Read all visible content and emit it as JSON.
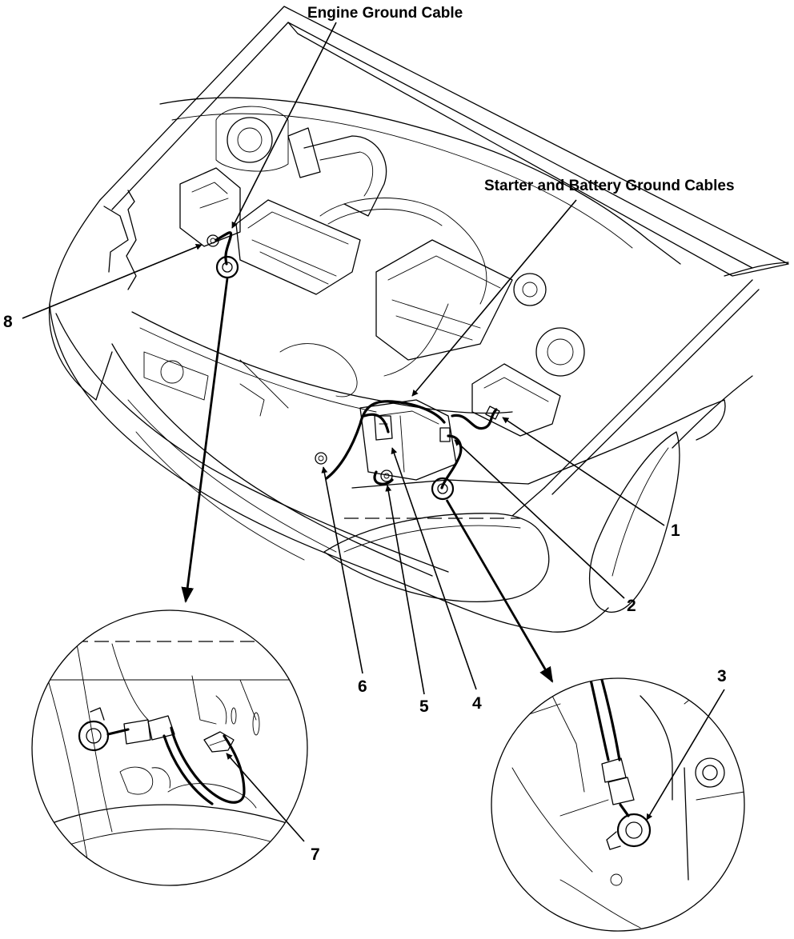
{
  "callouts": {
    "engine_ground_cable": "Engine Ground Cable",
    "starter_battery_ground_cables": "Starter and Battery Ground Cables"
  },
  "numbers": {
    "n1": "1",
    "n2": "2",
    "n3": "3",
    "n4": "4",
    "n5": "5",
    "n6": "6",
    "n7": "7",
    "n8": "8"
  }
}
